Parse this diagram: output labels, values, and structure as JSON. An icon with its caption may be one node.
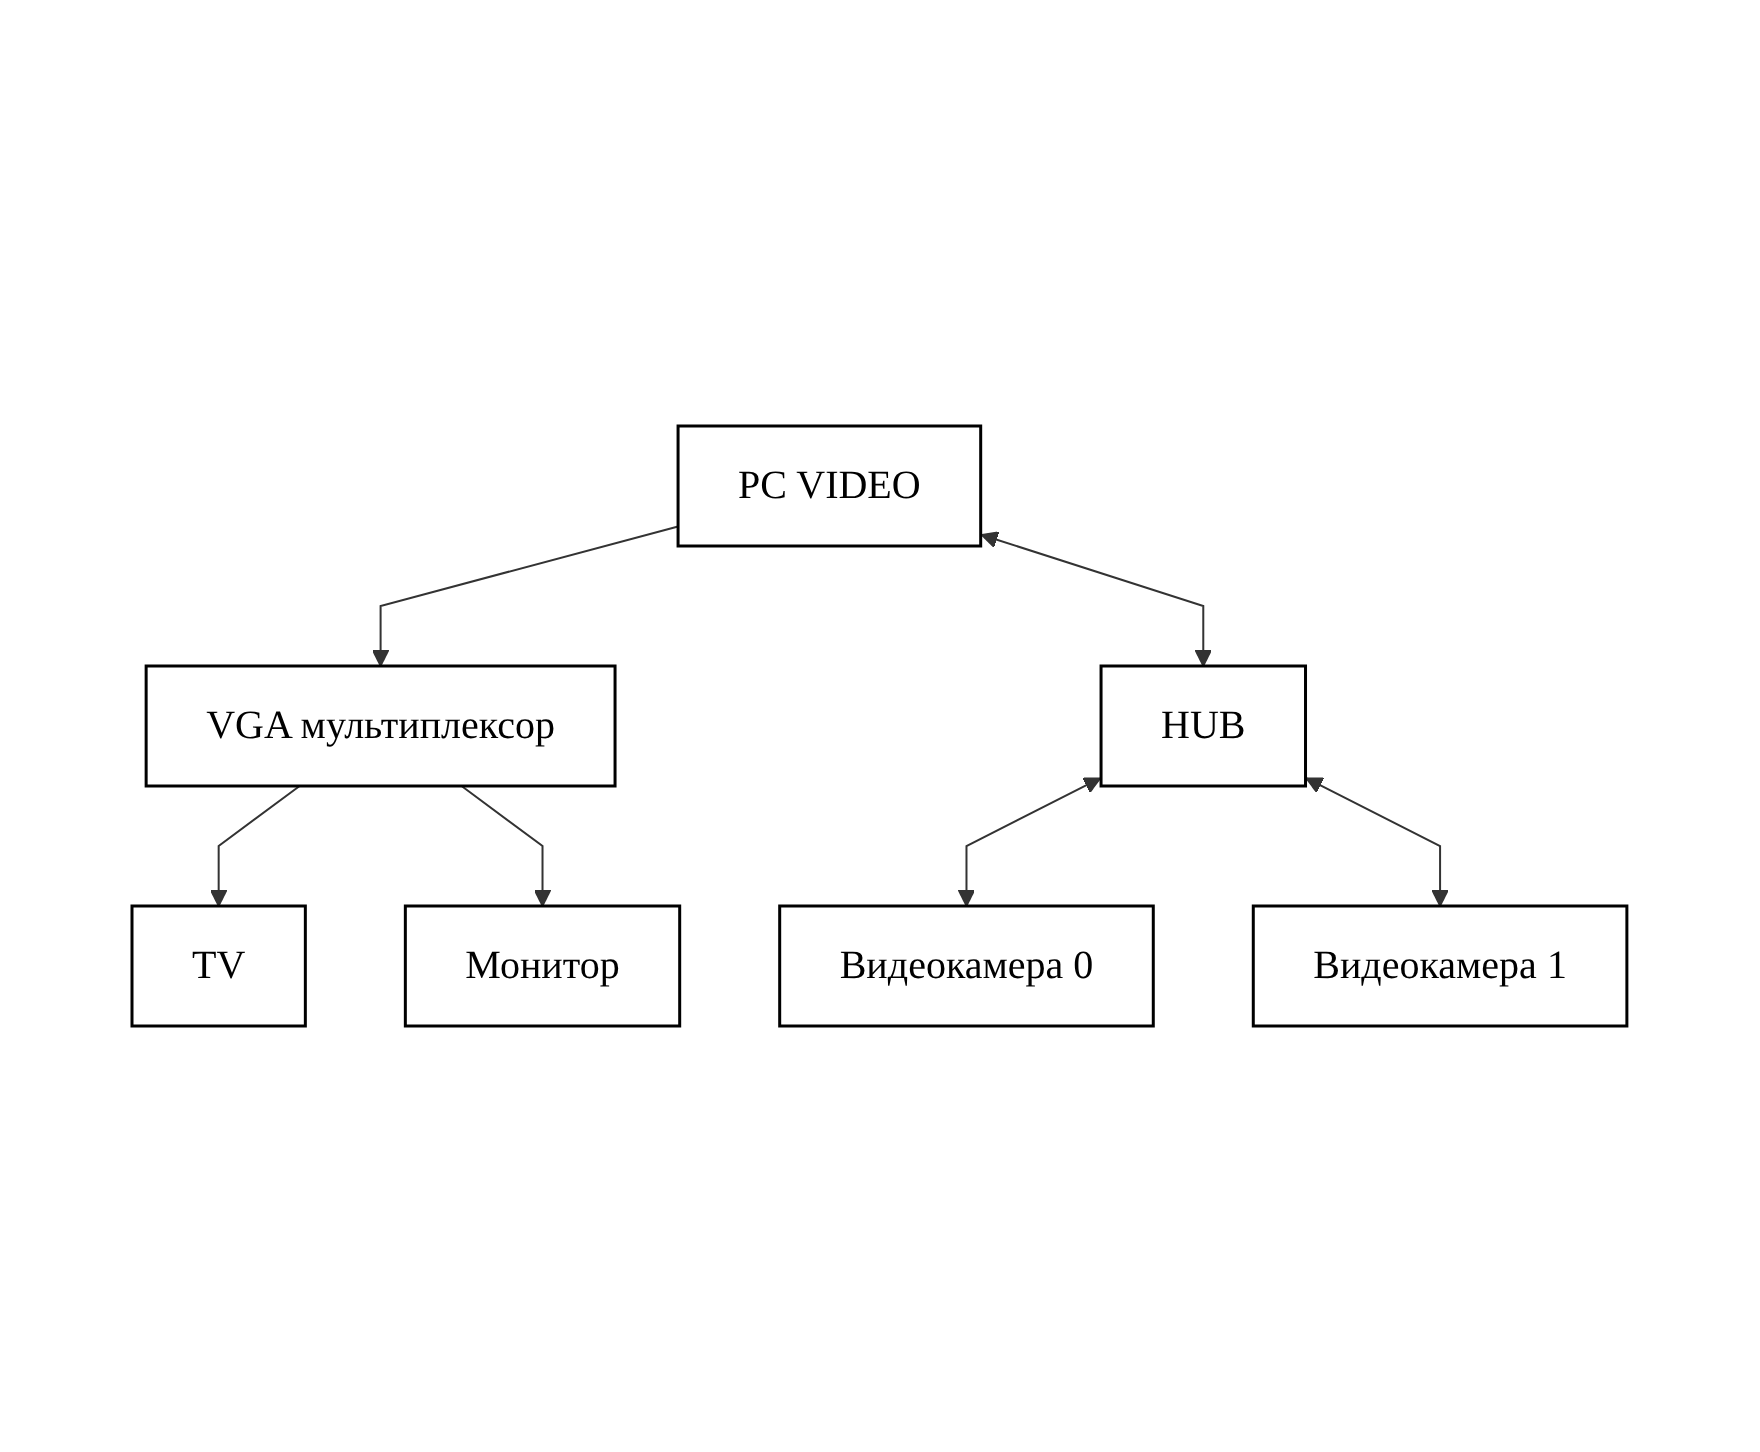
{
  "diagram": {
    "nodes": [
      {
        "text": [
          "PC VIDEO"
        ]
      },
      {
        "text": [
          "VGA мультиплексор"
        ]
      },
      {
        "text": [
          "TV"
        ]
      },
      {
        "text": [
          "Монитор"
        ]
      },
      {
        "text": [
          "HUB"
        ]
      },
      {
        "text": [
          "Видеокамера 0"
        ]
      },
      {
        "text": [
          "Видеокамера 1"
        ]
      }
    ],
    "edges": [
      {
        "from": 0,
        "to": 1,
        "arrow": "to"
      },
      {
        "from": 1,
        "to": 2,
        "arrow": "to"
      },
      {
        "from": 1,
        "to": 3,
        "arrow": "to"
      },
      {
        "from": 0,
        "to": 4,
        "arrow": "both"
      },
      {
        "from": 4,
        "to": 5,
        "arrow": "both"
      },
      {
        "from": 4,
        "to": 6,
        "arrow": "both"
      }
    ]
  }
}
